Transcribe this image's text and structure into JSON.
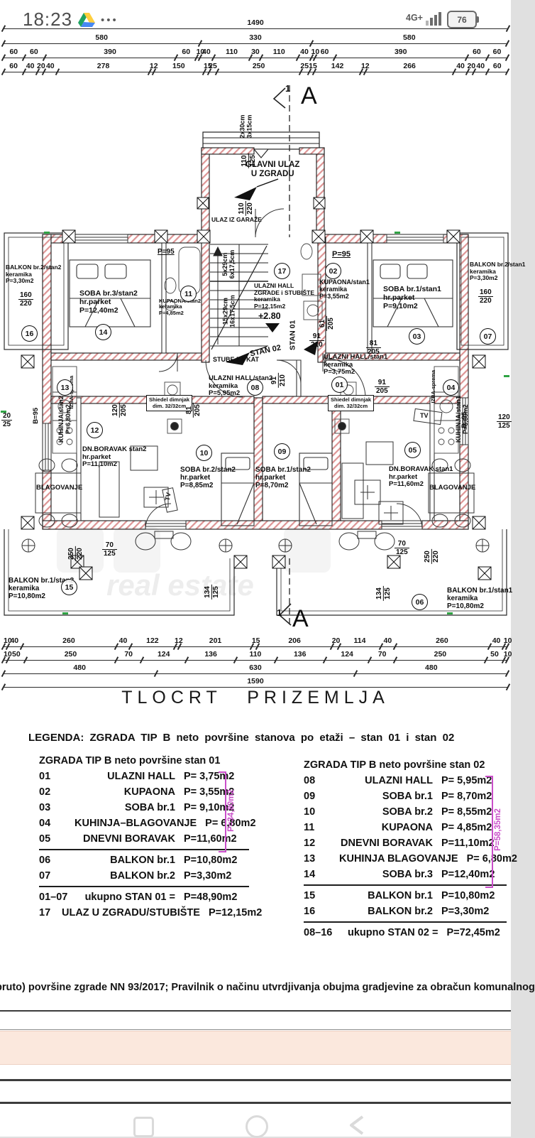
{
  "status_bar": {
    "time": "18:23",
    "menu_dots": "•••",
    "network": "4G+",
    "battery_percent": "76"
  },
  "plan": {
    "section_letter": "A",
    "section_number": "1",
    "dims": {
      "t0": [
        "1490"
      ],
      "t1": [
        "580",
        "330",
        "580"
      ],
      "t2": [
        "60",
        "60",
        "390",
        "60",
        "10",
        "40",
        "110",
        "30",
        "110",
        "40",
        "10",
        "60",
        "390",
        "60",
        "60"
      ],
      "t3": [
        "60",
        "40",
        "20",
        "40",
        "278",
        "12",
        "150",
        "15",
        "25",
        "250",
        "25",
        "15",
        "142",
        "12",
        "266",
        "40",
        "20",
        "40",
        "60"
      ],
      "b1": [
        "10",
        "40",
        "260",
        "40",
        "122",
        "12",
        "201",
        "15",
        "206",
        "20",
        "114",
        "40",
        "260",
        "40",
        "10"
      ],
      "b2": [
        "10",
        "50",
        "250",
        "70",
        "124",
        "136",
        "110",
        "136",
        "124",
        "70",
        "250",
        "50",
        "10"
      ],
      "b3": [
        "480",
        "630",
        "480"
      ],
      "b4": [
        "1590"
      ]
    },
    "fr": [
      {
        "a": "110",
        "b": "125"
      },
      {
        "a": "110",
        "b": "220"
      },
      {
        "a": "160",
        "b": "220"
      },
      {
        "a": "160",
        "b": "220"
      },
      {
        "a": "91",
        "b": "210"
      },
      {
        "a": "91",
        "b": "210"
      },
      {
        "a": "91",
        "b": "205"
      },
      {
        "a": "81",
        "b": "205"
      },
      {
        "a": "81",
        "b": "205"
      },
      {
        "a": "61",
        "b": "205"
      },
      {
        "a": "120",
        "b": "205"
      },
      {
        "a": "20",
        "b": "25"
      },
      {
        "a": "120",
        "b": "125"
      },
      {
        "a": "250",
        "b": "220"
      },
      {
        "a": "250",
        "b": "220"
      },
      {
        "a": "70",
        "b": "125"
      },
      {
        "a": "70",
        "b": "125"
      },
      {
        "a": "134",
        "b": "125"
      },
      {
        "a": "134",
        "b": "125"
      }
    ],
    "labels": {
      "glavni_ulaz_1": "GLAVNI ULAZ",
      "glavni_ulaz_2": "U ZGRADU",
      "ulaz_garaza": "ULAZ IZ GARAŽE",
      "steps_entry_1": "2x30cm",
      "steps_entry_2": "3x15cm",
      "steps_up_1": "5x29cm",
      "steps_up_2": "6x17,5cm",
      "steps_dn_1": "15x29cm",
      "steps_dn_2": "16x17,5cm",
      "stube": "STUBE ZA KAT",
      "stan01": "STAN 01",
      "stan02": "STAN 02",
      "level": "+2.80",
      "p95": "P=95",
      "b95": "B=95",
      "tv": "TV",
      "chimney_1": "Shiedel dimnjak",
      "chimney_2": "dim. 32/32cm",
      "izba": "IZBA-sprema",
      "blagovanje": "BLAGOVANJE",
      "watermark": "real estate"
    },
    "rooms": {
      "r16": {
        "num": "16",
        "l1": "BALKON br.2/stan2",
        "l2": "keramika",
        "l3": "P=3,30m2"
      },
      "r14": {
        "num": "14",
        "l1": "SOBA br.3/stan2",
        "l2": "hr.parket",
        "l3": "P=12,40m2"
      },
      "r11": {
        "num": "11",
        "l1": "KUPAONA/stan2",
        "l2": "keramika",
        "l3": "P=4,85m2"
      },
      "r17": {
        "num": "17",
        "l1": "ULAZNI HALL",
        "l2": "ZGRADE i STUBIŠTE",
        "l3": "keramika",
        "l4": "P=12,15m2"
      },
      "r02": {
        "num": "02",
        "l1": "KUPAONA/stan1",
        "l2": "keramika",
        "l3": "P=3,55m2"
      },
      "r03": {
        "num": "03",
        "l1": "SOBA br.1/stan1",
        "l2": "hr.parket",
        "l3": "P=9,10m2"
      },
      "r07": {
        "num": "07",
        "l1": "BALKON br.2/stan1",
        "l2": "keramika",
        "l3": "P=3,30m2"
      },
      "r13": {
        "num": "13",
        "l1": "KUHINJA/stan2",
        "l2": "P=6,80m2"
      },
      "r12": {
        "num": "12",
        "l1": "DN.BORAVAK stan2",
        "l2": "hr.parket",
        "l3": "P=11,10m2"
      },
      "r10": {
        "num": "10",
        "l1": "SOBA br.2/stan2",
        "l2": "hr.parket",
        "l3": "P=8,85m2"
      },
      "r09": {
        "num": "09",
        "l1": "SOBA br.1/stan2",
        "l2": "hr.parket",
        "l3": "P=8,70m2"
      },
      "r05": {
        "num": "05",
        "l1": "DN.BORAVAK stan1",
        "l2": "hr.parket",
        "l3": "P=11,60m2"
      },
      "r04": {
        "num": "04",
        "l1": "KUHINJA/stan1",
        "l2": "P=6,80m2"
      },
      "r01": {
        "num": "01",
        "l1": "ULAZNI HALL/stan1",
        "l2": "keramika",
        "l3": "P=3,75m2"
      },
      "r08": {
        "num": "08",
        "l1": "ULAZNI HALL/stan2",
        "l2": "keramika",
        "l3": "P=5,95m2"
      },
      "r15": {
        "num": "15",
        "l1": "BALKON br.1/stan2",
        "l2": "keramika",
        "l3": "P=10,80m2"
      },
      "r06": {
        "num": "06",
        "l1": "BALKON br.1/stan1",
        "l2": "keramika",
        "l3": "P=10,80m2"
      }
    }
  },
  "title": "TLOCRT PRIZEMLJA",
  "legend": {
    "heading": "LEGENDA: ZGRADA TIP B neto površine stanova po etaži – stan 01 i stan 02",
    "t1": {
      "header": "ZGRADA TIP B neto površine stan 01",
      "rows": [
        {
          "no": "01",
          "name": "ULAZNI HALL",
          "area": "P= 3,75m2"
        },
        {
          "no": "02",
          "name": "KUPAONA",
          "area": "P= 3,55m2"
        },
        {
          "no": "03",
          "name": "SOBA br.1",
          "area": "P= 9,10m2"
        },
        {
          "no": "04",
          "name": "KUHINJA–BLAGOVANJE",
          "area": "P= 6,80m2"
        },
        {
          "no": "05",
          "name": "DNEVNI BORAVAK",
          "area": "P=11,60m2"
        }
      ],
      "bracket": "P=34,80m2",
      "rows2": [
        {
          "no": "06",
          "name": "BALKON br.1",
          "area": "P=10,80m2"
        },
        {
          "no": "07",
          "name": "BALKON br.2",
          "area": "P=3,30m2"
        }
      ],
      "total": {
        "no": "01–07",
        "name": "ukupno STAN 01 =",
        "area": "P=48,90m2"
      },
      "extra": {
        "no": "17",
        "name": "ULAZ U ZGRADU/STUBIŠTE",
        "area": "P=12,15m2"
      }
    },
    "t2": {
      "header": "ZGRADA TIP B neto površine stan 02",
      "rows": [
        {
          "no": "08",
          "name": "ULAZNI HALL",
          "area": "P= 5,95m2"
        },
        {
          "no": "09",
          "name": "SOBA br.1",
          "area": "P= 8,70m2"
        },
        {
          "no": "10",
          "name": "SOBA br.2",
          "area": "P= 8,55m2"
        },
        {
          "no": "11",
          "name": "KUPAONA",
          "area": "P= 4,85m2"
        },
        {
          "no": "12",
          "name": "DNEVNI BORAVAK",
          "area": "P=11,10m2"
        },
        {
          "no": "13",
          "name": "KUHINJA BLAGOVANJE",
          "area": "P= 6,80m2"
        },
        {
          "no": "14",
          "name": "SOBA br.3",
          "area": "P=12,40m2"
        }
      ],
      "bracket": "P=58,35m2",
      "rows2": [
        {
          "no": "15",
          "name": "BALKON br.1",
          "area": "P=10,80m2"
        },
        {
          "no": "16",
          "name": "BALKON br.2",
          "area": "P=3,30m2"
        }
      ],
      "total": {
        "no": "08–16",
        "name": "ukupno STAN 02 =",
        "area": "P=72,45m2"
      }
    }
  },
  "footer": {
    "note": "bruto) površine zgrade NN 93/2017; Pravilnik o načinu utvrdjivanja obujma gradjevine za obračun komunalnog"
  }
}
